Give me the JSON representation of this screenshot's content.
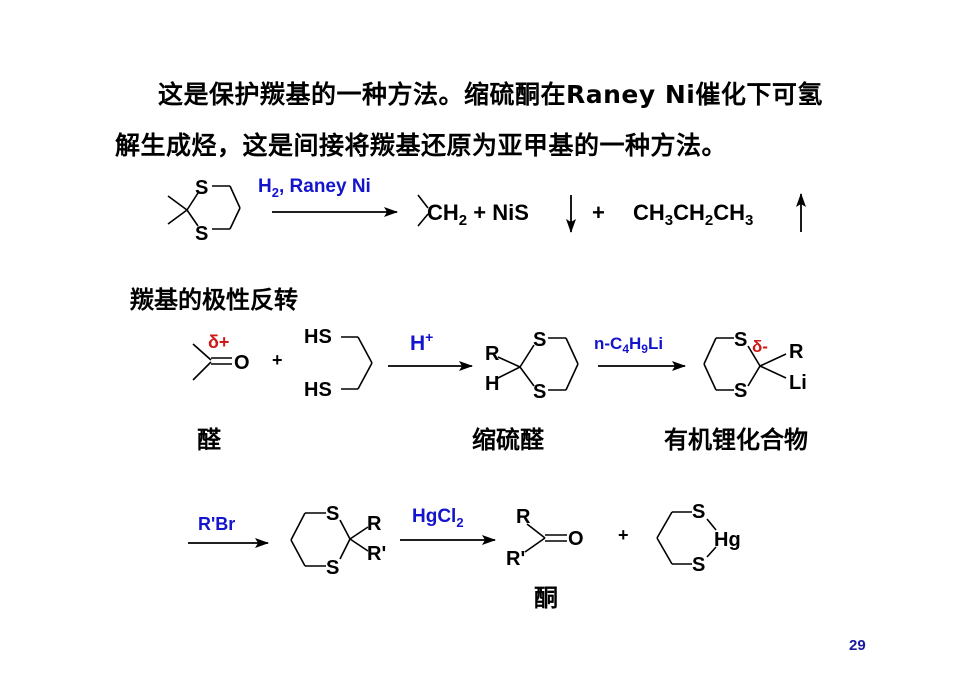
{
  "paragraph": {
    "line1": "这是保护羰基的一种方法。缩硫酮在Raney Ni催化下可氢",
    "line2": "解生成烃，这是间接将羰基还原为亚甲基的一种方法。"
  },
  "section_heading": "羰基的极性反转",
  "scheme1": {
    "reagent": "H2, Raney Ni",
    "products": "CH2 + NiS + CH3CH2CH3"
  },
  "scheme2": {
    "partial_charge_plus": "δ+",
    "partial_charge_minus": "δ-",
    "reagent_acid": "H+",
    "reagent_base": "n-C4H9Li",
    "atoms": [
      "O",
      "HS",
      "S",
      "R",
      "H",
      "Li"
    ]
  },
  "scheme3": {
    "reagent_alkylation": "R'Br",
    "reagent_hydrolysis": "HgCl2",
    "atoms": [
      "S",
      "R",
      "R'",
      "O",
      "Hg"
    ]
  },
  "captions": {
    "aldehyde": "醛",
    "dithiane": "缩硫醛",
    "organolithium": "有机锂化合物",
    "ketone": "酮"
  },
  "page_number": "29",
  "colors": {
    "reagent": "#1414cc",
    "charge": "#d01818",
    "page_number": "#1a1aa0"
  }
}
